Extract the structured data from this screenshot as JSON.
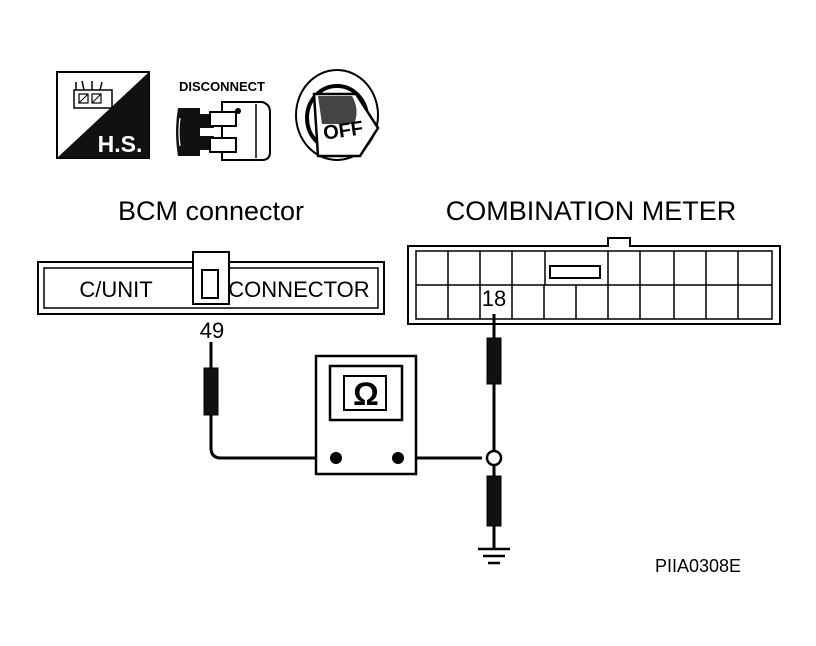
{
  "icons": {
    "hs": {
      "label": "H.S."
    },
    "disconnect": {
      "label": "DISCONNECT"
    },
    "ignition": {
      "label": "OFF"
    }
  },
  "bcm": {
    "title": "BCM connector",
    "left_label": "C/UNIT",
    "right_label": "CONNECTOR",
    "pin": "49"
  },
  "meter": {
    "title": "COMBINATION METER",
    "pin": "18"
  },
  "ohmmeter": {
    "symbol": "Ω"
  },
  "figure_code": "PIIA0308E"
}
